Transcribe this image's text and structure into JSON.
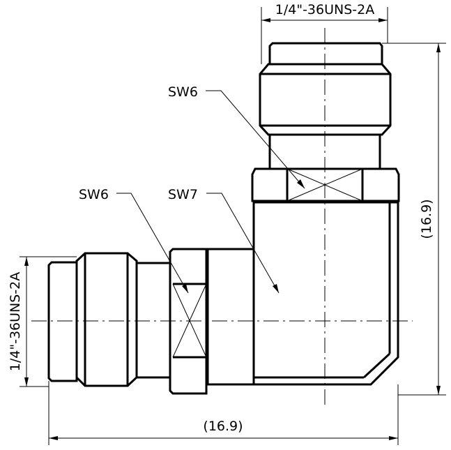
{
  "drawing": {
    "thread_top": "1/4\"-36UNS-2A",
    "thread_left": "1/4\"-36UNS-2A",
    "dim_vertical": "(16.9)",
    "dim_horizontal": "(16.9)",
    "callout_sw6_top": "SW6",
    "callout_sw6_left": "SW6",
    "callout_sw7": "SW7"
  }
}
